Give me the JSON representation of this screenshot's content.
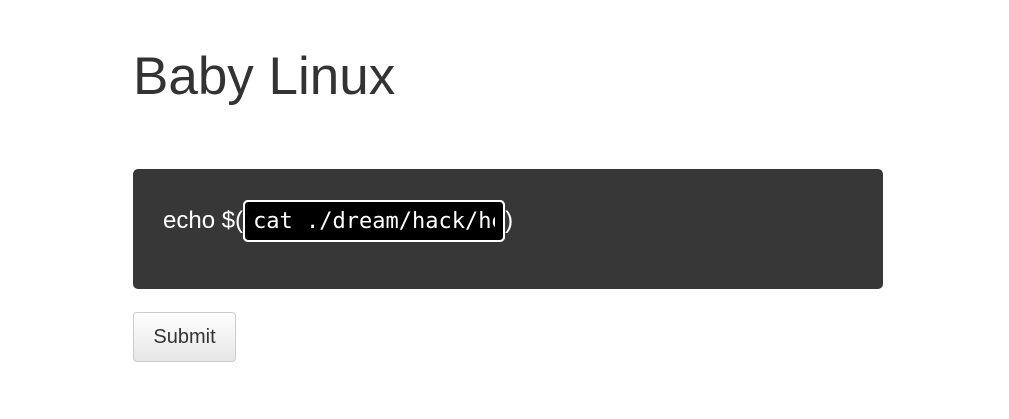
{
  "page": {
    "title": "Baby Linux"
  },
  "command": {
    "prefix": "echo $(",
    "input_value": "cat ./dream/hack/hell",
    "suffix": ")"
  },
  "actions": {
    "submit_label": "Submit"
  },
  "colors": {
    "panel_background": "#373737",
    "panel_text": "#ffffff",
    "input_background": "#000000",
    "title_text": "#333333"
  }
}
